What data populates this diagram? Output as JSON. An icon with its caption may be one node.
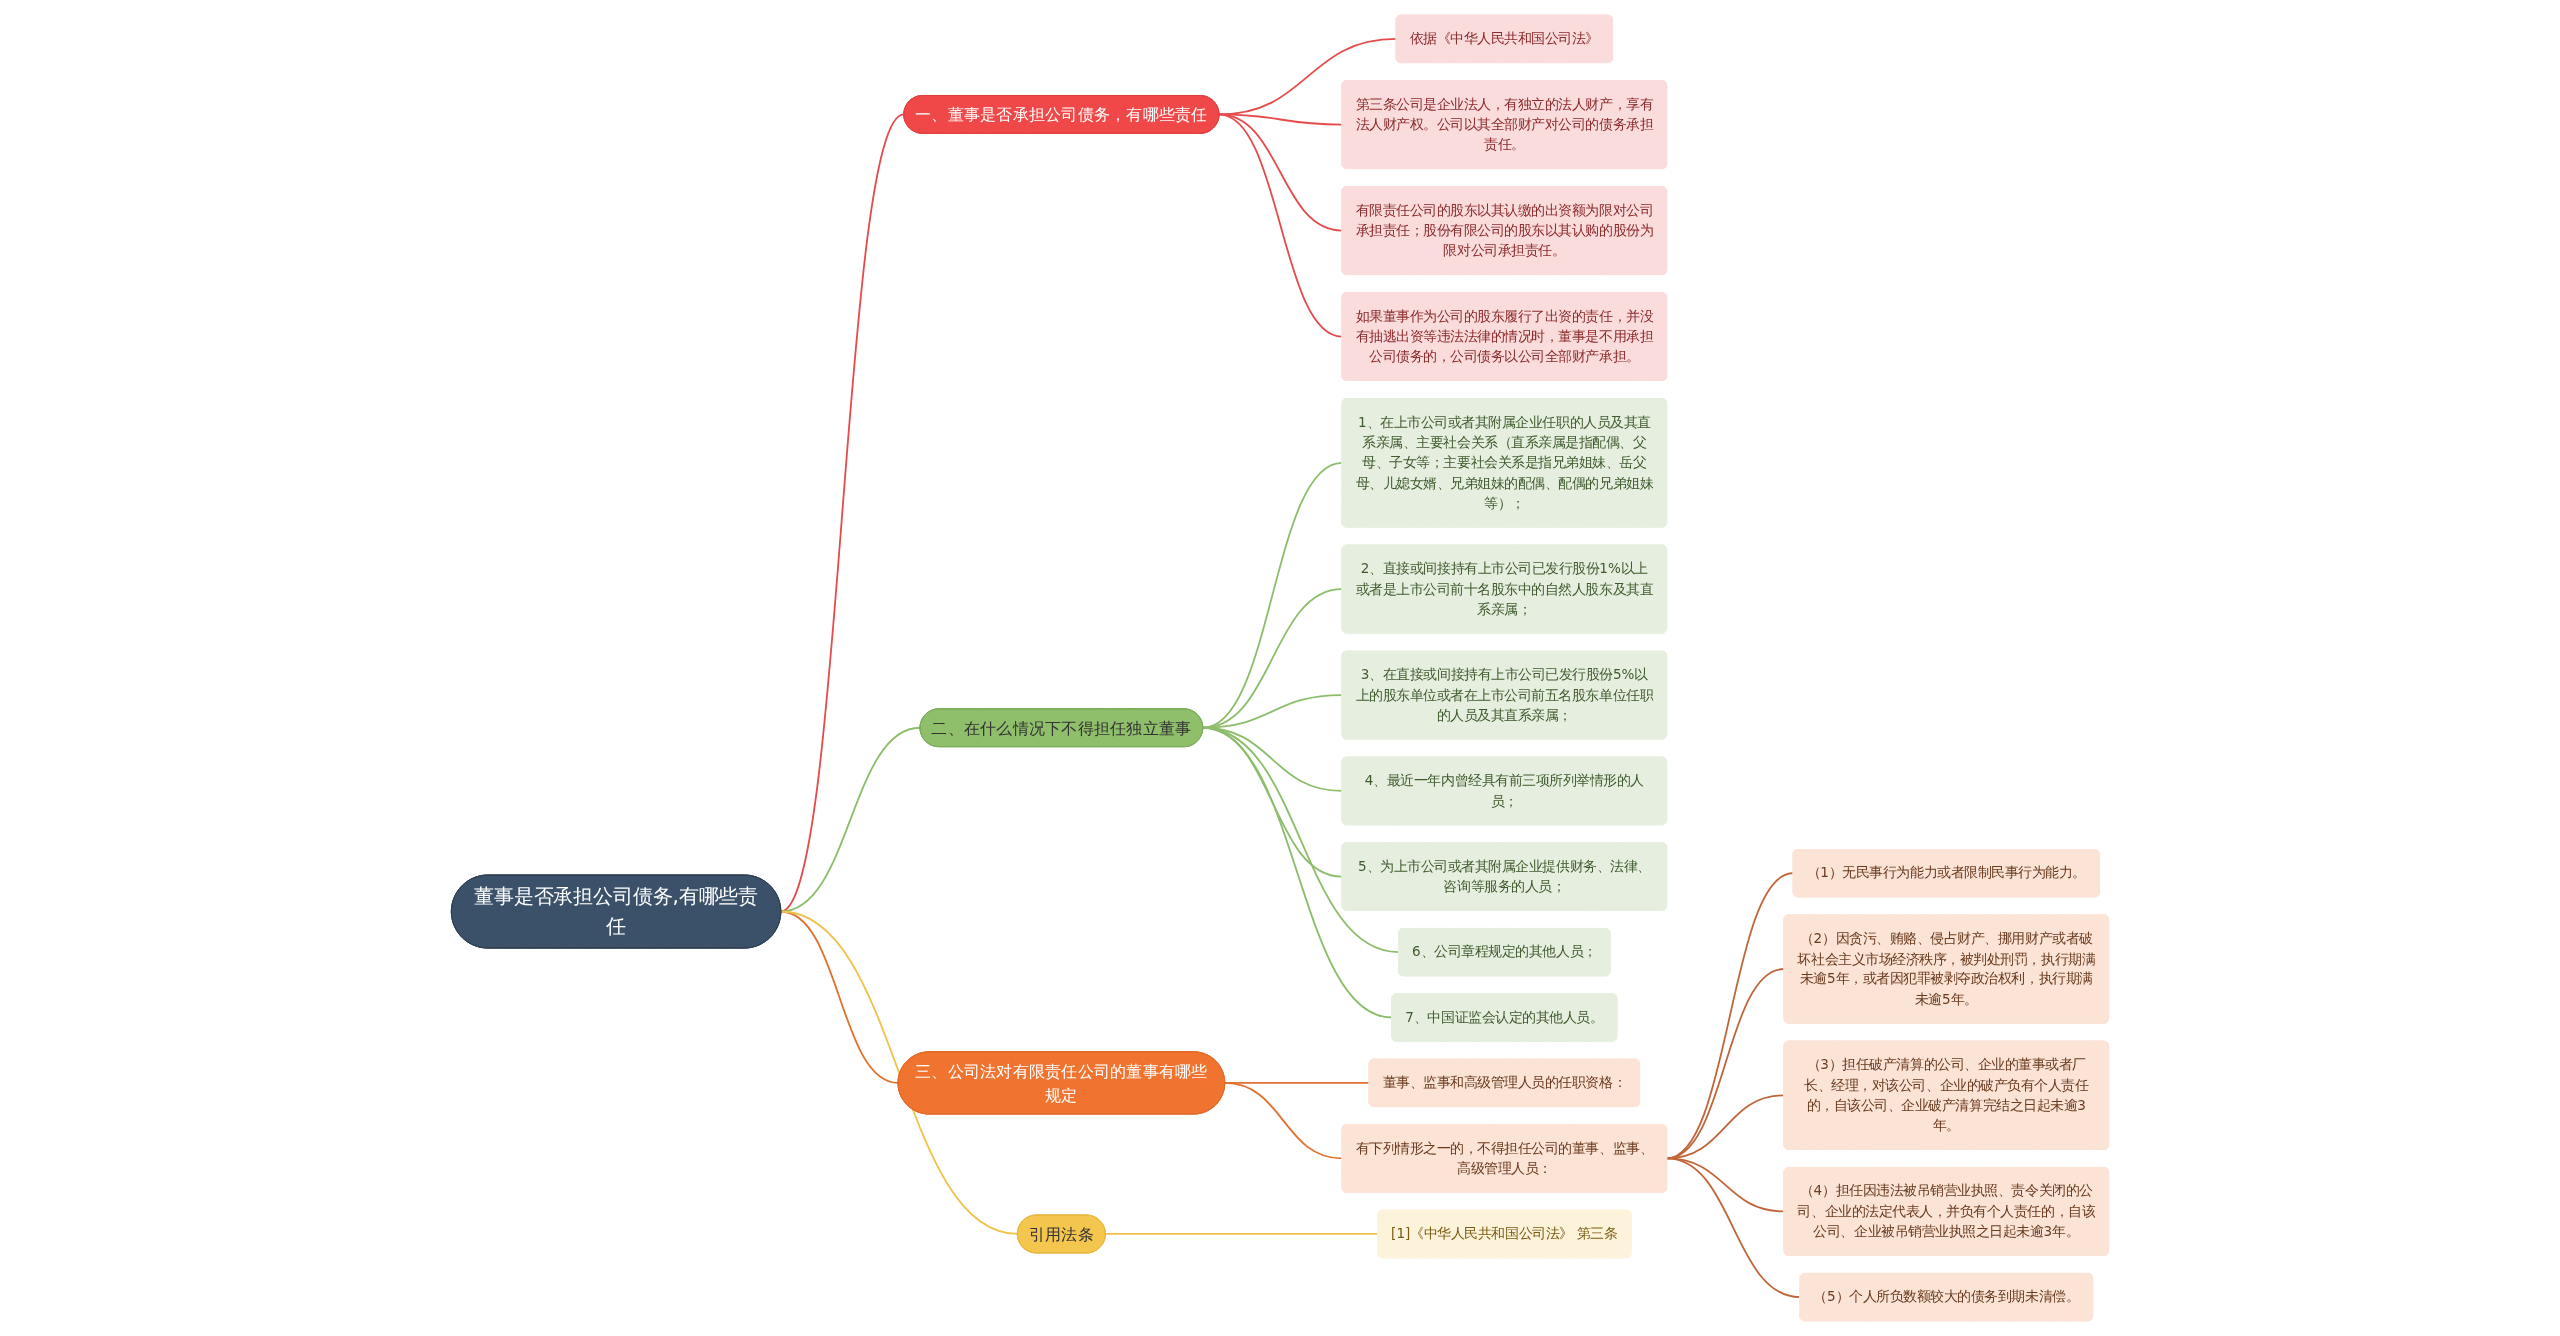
{
  "diagram": {
    "nodes": [
      {
        "text": [
          "董事是否承担公司债务,有哪些责任"
        ]
      },
      {
        "text": [
          "一、董事是否承担公司债务，有哪些责任"
        ]
      },
      {
        "text": [
          "依据《中华人民共和国公司法》"
        ]
      },
      {
        "text": [
          "第三条公司是企业法人，有独立的法人财产，享有法人财产权。公司以其全部财产对公司的债务承担责任。"
        ]
      },
      {
        "text": [
          "有限责任公司的股东以其认缴的出资额为限对公司承担责任；股份有限公司的股东以其认购的股份为限对公司承担责任。"
        ]
      },
      {
        "text": [
          "如果董事作为公司的股东履行了出资的责任，并没有抽逃出资等违法法律的情况时，董事是不用承担公司债务的，公司债务以公司全部财产承担。"
        ]
      },
      {
        "text": [
          "二、在什么情况下不得担任独立董事"
        ]
      },
      {
        "text": [
          "1、在上市公司或者其附属企业任职的人员及其直系亲属、主要社会关系（直系亲属是指配偶、父母、子女等；主要社会关系是指兄弟姐妹、岳父母、儿媳女婿、兄弟姐妹的配偶、配偶的兄弟姐妹等）；"
        ]
      },
      {
        "text": [
          "2、直接或间接持有上市公司已发行股份1%以上或者是上市公司前十名股东中的自然人股东及其直系亲属；"
        ]
      },
      {
        "text": [
          "3、在直接或间接持有上市公司已发行股份5%以上的股东单位或者在上市公司前五名股东单位任职的人员及其直系亲属；"
        ]
      },
      {
        "text": [
          "4、最近一年内曾经具有前三项所列举情形的人员；"
        ]
      },
      {
        "text": [
          "5、为上市公司或者其附属企业提供财务、法律、咨询等服务的人员；"
        ]
      },
      {
        "text": [
          "6、公司章程规定的其他人员；"
        ]
      },
      {
        "text": [
          "7、中国证监会认定的其他人员。"
        ]
      },
      {
        "text": [
          "三、公司法对有限责任公司的董事有哪些规定"
        ]
      },
      {
        "text": [
          "董事、监事和高级管理人员的任职资格："
        ]
      },
      {
        "text": [
          "有下列情形之一的，不得担任公司的董事、监事、高级管理人员："
        ]
      },
      {
        "text": [
          "（1）无民事行为能力或者限制民事行为能力。"
        ]
      },
      {
        "text": [
          "（2）因贪污、贿赂、侵占财产、挪用财产或者破坏社会主义市场经济秩序，被判处刑罚，执行期满未逾5年，或者因犯罪被剥夺政治权利，执行期满未逾5年。"
        ]
      },
      {
        "text": [
          "（3）担任破产清算的公司、企业的董事或者厂长、经理，对该公司、企业的破产负有个人责任的，自该公司、企业破产清算完结之日起未逾3年。"
        ]
      },
      {
        "text": [
          "（4）担任因违法被吊销营业执照、责令关闭的公司、企业的法定代表人，并负有个人责任的，自该公司、企业被吊销营业执照之日起未逾3年。"
        ]
      },
      {
        "text": [
          "（5）个人所负数额较大的债务到期未清偿。"
        ]
      },
      {
        "text": [
          "引用法条"
        ]
      },
      {
        "text": [
          "[1]《中华人民共和国公司法》 第三条"
        ]
      }
    ],
    "edges": [
      {
        "from": 0,
        "to": 1,
        "arrow": "none",
        "color": "#e64a4a"
      },
      {
        "from": 1,
        "to": 2,
        "arrow": "none",
        "color": "#e64a4a"
      },
      {
        "from": 1,
        "to": 3,
        "arrow": "none",
        "color": "#e64a4a"
      },
      {
        "from": 1,
        "to": 4,
        "arrow": "none",
        "color": "#e64a4a"
      },
      {
        "from": 1,
        "to": 5,
        "arrow": "none",
        "color": "#e64a4a"
      },
      {
        "from": 0,
        "to": 6,
        "arrow": "none",
        "color": "#8cbd6b"
      },
      {
        "from": 6,
        "to": 7,
        "arrow": "none",
        "color": "#8cbd6b"
      },
      {
        "from": 6,
        "to": 8,
        "arrow": "none",
        "color": "#8cbd6b"
      },
      {
        "from": 6,
        "to": 9,
        "arrow": "none",
        "color": "#8cbd6b"
      },
      {
        "from": 6,
        "to": 10,
        "arrow": "none",
        "color": "#8cbd6b"
      },
      {
        "from": 6,
        "to": 11,
        "arrow": "none",
        "color": "#8cbd6b"
      },
      {
        "from": 6,
        "to": 12,
        "arrow": "none",
        "color": "#8cbd6b"
      },
      {
        "from": 6,
        "to": 13,
        "arrow": "none",
        "color": "#8cbd6b"
      },
      {
        "from": 0,
        "to": 14,
        "arrow": "none",
        "color": "#e0702e"
      },
      {
        "from": 14,
        "to": 15,
        "arrow": "none",
        "color": "#e0702e"
      },
      {
        "from": 14,
        "to": 16,
        "arrow": "none",
        "color": "#e0702e"
      },
      {
        "from": 16,
        "to": 17,
        "arrow": "none",
        "color": "#c0653a"
      },
      {
        "from": 16,
        "to": 18,
        "arrow": "none",
        "color": "#c0653a"
      },
      {
        "from": 16,
        "to": 19,
        "arrow": "none",
        "color": "#c0653a"
      },
      {
        "from": 16,
        "to": 20,
        "arrow": "none",
        "color": "#c0653a"
      },
      {
        "from": 16,
        "to": 21,
        "arrow": "none",
        "color": "#c0653a"
      },
      {
        "from": 0,
        "to": 22,
        "arrow": "none",
        "color": "#f0c24a"
      },
      {
        "from": 22,
        "to": 23,
        "arrow": "none",
        "color": "#f0c24a"
      }
    ]
  }
}
